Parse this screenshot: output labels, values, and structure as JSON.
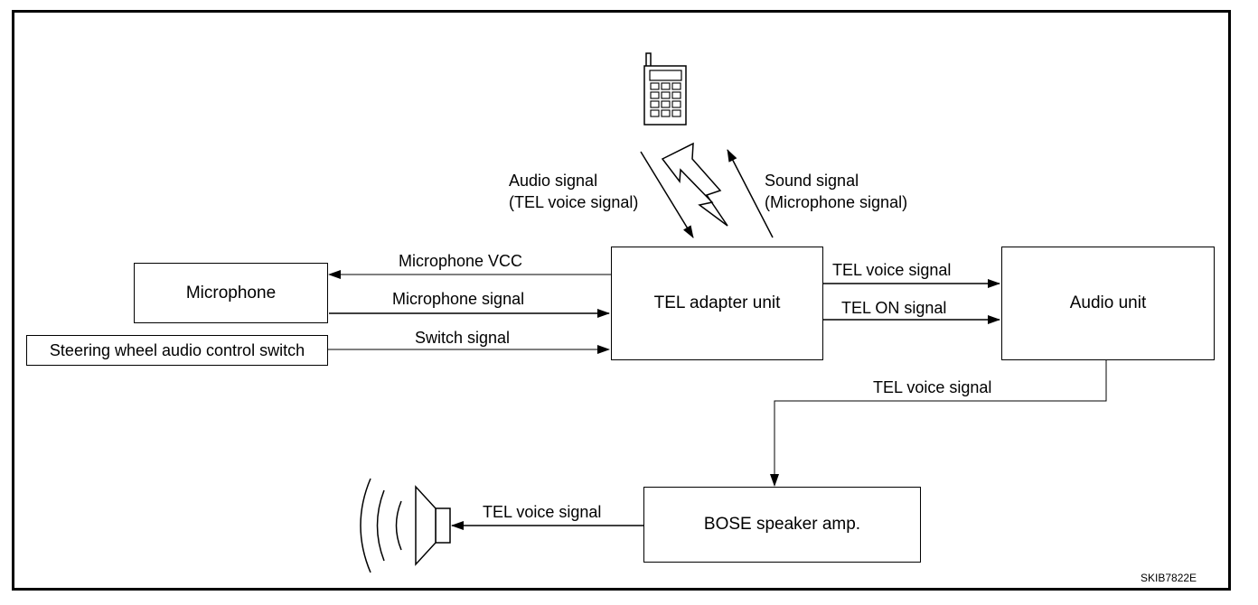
{
  "blocks": {
    "microphone": "Microphone",
    "steering_switch": "Steering wheel audio control switch",
    "tel_adapter": "TEL adapter unit",
    "audio_unit": "Audio unit",
    "bose_amp": "BOSE speaker amp."
  },
  "signals": {
    "audio_signal_line1": "Audio signal",
    "audio_signal_line2": "(TEL voice signal)",
    "sound_signal_line1": "Sound signal",
    "sound_signal_line2": "(Microphone signal)",
    "microphone_vcc": "Microphone VCC",
    "microphone_signal": "Microphone signal",
    "switch_signal": "Switch signal",
    "tel_voice_to_audio": "TEL voice signal",
    "tel_on_signal": "TEL ON signal",
    "tel_voice_to_amp": "TEL voice signal",
    "tel_voice_to_speaker": "TEL voice signal"
  },
  "figure_code": "SKIB7822E",
  "icons": [
    "cellphone-icon",
    "wireless-link-icon",
    "speaker-icon"
  ]
}
